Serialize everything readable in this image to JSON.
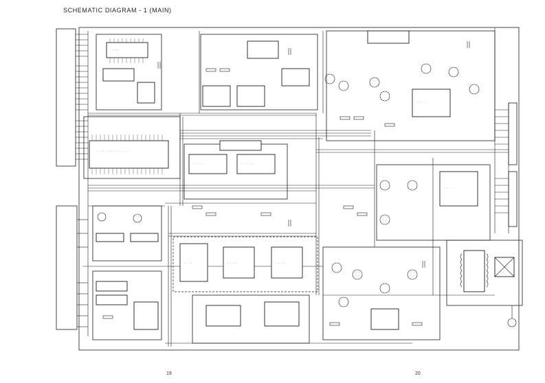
{
  "header": {
    "title": "SCHEMATIC  DIAGRAM - 1  (MAIN)"
  },
  "footer": {
    "page_left": "19",
    "page_right": "20"
  }
}
